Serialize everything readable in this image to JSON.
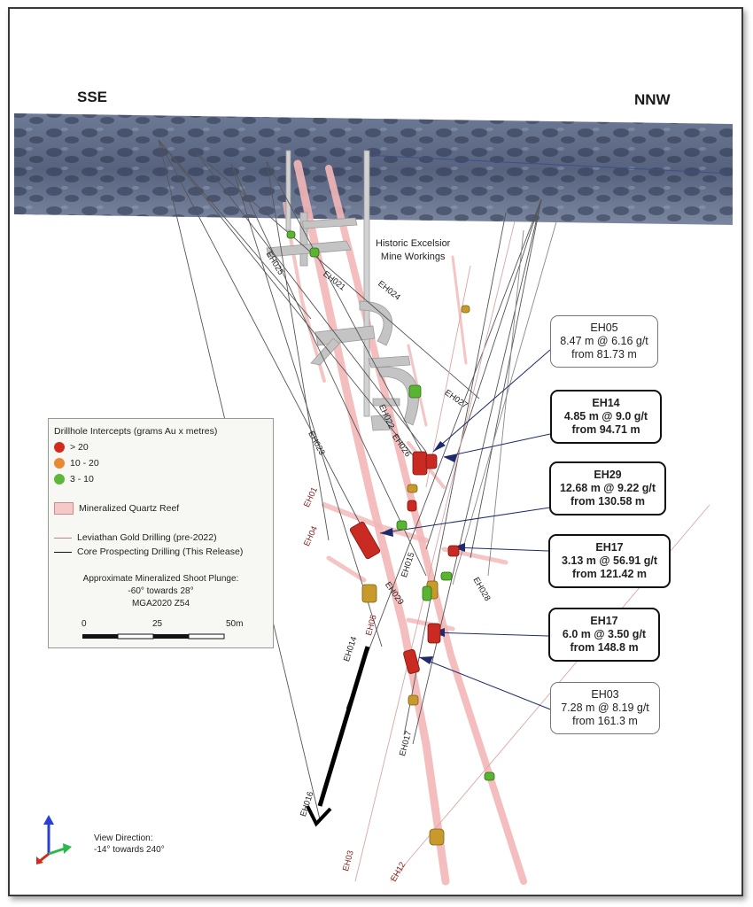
{
  "directions": {
    "left": "SSE",
    "right": "NNW"
  },
  "mine_label": [
    "Historic Excelsior",
    "Mine Workings"
  ],
  "callouts": [
    {
      "id": "eh05",
      "style": "plain",
      "lines": [
        "EH05",
        "8.47 m @ 6.16 g/t",
        "from 81.73 m"
      ]
    },
    {
      "id": "eh14",
      "style": "bold",
      "lines": [
        "EH14",
        "4.85 m @ 9.0 g/t",
        "from 94.71 m"
      ]
    },
    {
      "id": "eh29",
      "style": "bold",
      "lines": [
        "EH29",
        "12.68 m @ 9.22 g/t",
        "from 130.58 m"
      ]
    },
    {
      "id": "eh17a",
      "style": "bold",
      "lines": [
        "EH17",
        "3.13 m @ 56.91 g/t",
        "from 121.42 m"
      ]
    },
    {
      "id": "eh17b",
      "style": "bold",
      "lines": [
        "EH17",
        "6.0 m @ 3.50 g/t",
        "from 148.8 m"
      ]
    },
    {
      "id": "eh03",
      "style": "plain",
      "lines": [
        "EH03",
        "7.28 m @ 8.19 g/t",
        "from 161.3 m"
      ]
    }
  ],
  "legend": {
    "title": "Drillhole Intercepts (grams Au x metres)",
    "grades": [
      {
        "label": "> 20",
        "color": "#d42a1e"
      },
      {
        "label": "10 - 20",
        "color": "#e88a32"
      },
      {
        "label": "3 - 10",
        "color": "#5cb83a"
      }
    ],
    "reef": "Mineralized Quartz Reef",
    "drilling_old": "Leviathan Gold Drilling (pre-2022)",
    "drilling_new": "Core Prospecting Drilling (This Release)",
    "plunge": [
      "Approximate Mineralized Shoot Plunge:",
      "-60° towards 28°",
      "MGA2020 Z54"
    ],
    "scale": [
      "0",
      "25",
      "50m"
    ]
  },
  "view_direction": [
    "View Direction:",
    "-14° towards 240°"
  ],
  "hole_labels": [
    "EH025",
    "EH021",
    "EH024",
    "EH027",
    "EH022",
    "EH026",
    "EH023",
    "EH01",
    "EH04",
    "EH015",
    "EH028",
    "EH029",
    "EH014",
    "EH05",
    "EH017",
    "EH016",
    "EH03",
    "EH12"
  ]
}
